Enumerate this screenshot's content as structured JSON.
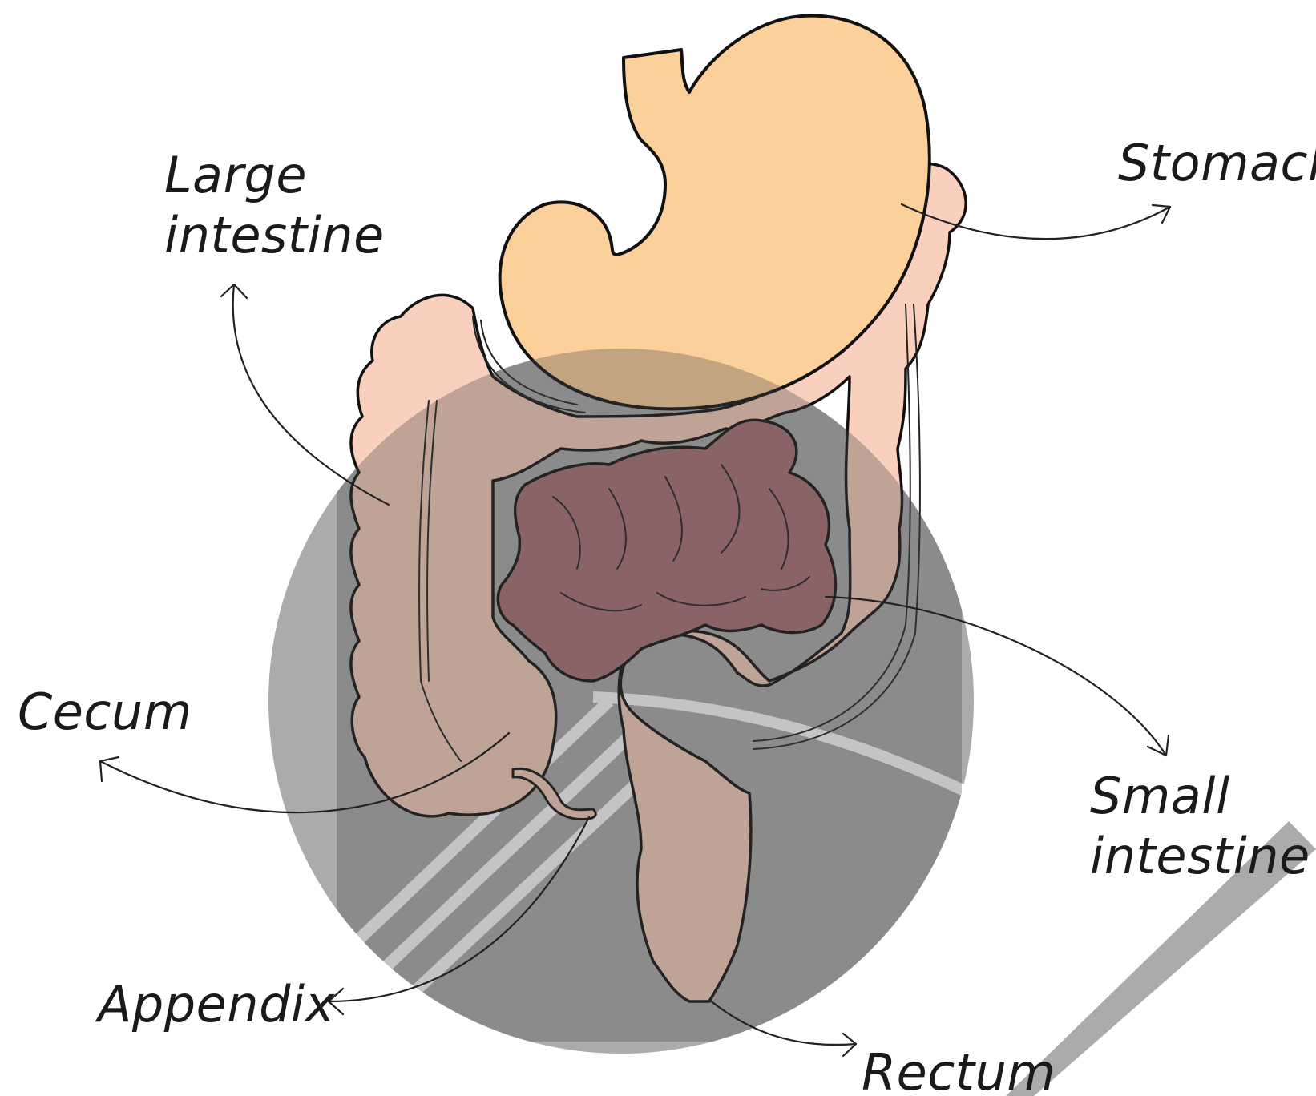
{
  "labels": {
    "stomach": "Stomach",
    "large_intestine_line1": "Large",
    "large_intestine_line2": "intestine",
    "cecum": "Cecum",
    "small_intestine_line1": "Small",
    "small_intestine_line2": "intestine",
    "appendix": "Appendix",
    "rectum": "Rectum"
  },
  "colors": {
    "stomach": "#fcd09b",
    "large_intestine": "#f9cfbd",
    "small_intestine": "#a97173",
    "background_shape": "#ababab",
    "outline": "#111111"
  }
}
